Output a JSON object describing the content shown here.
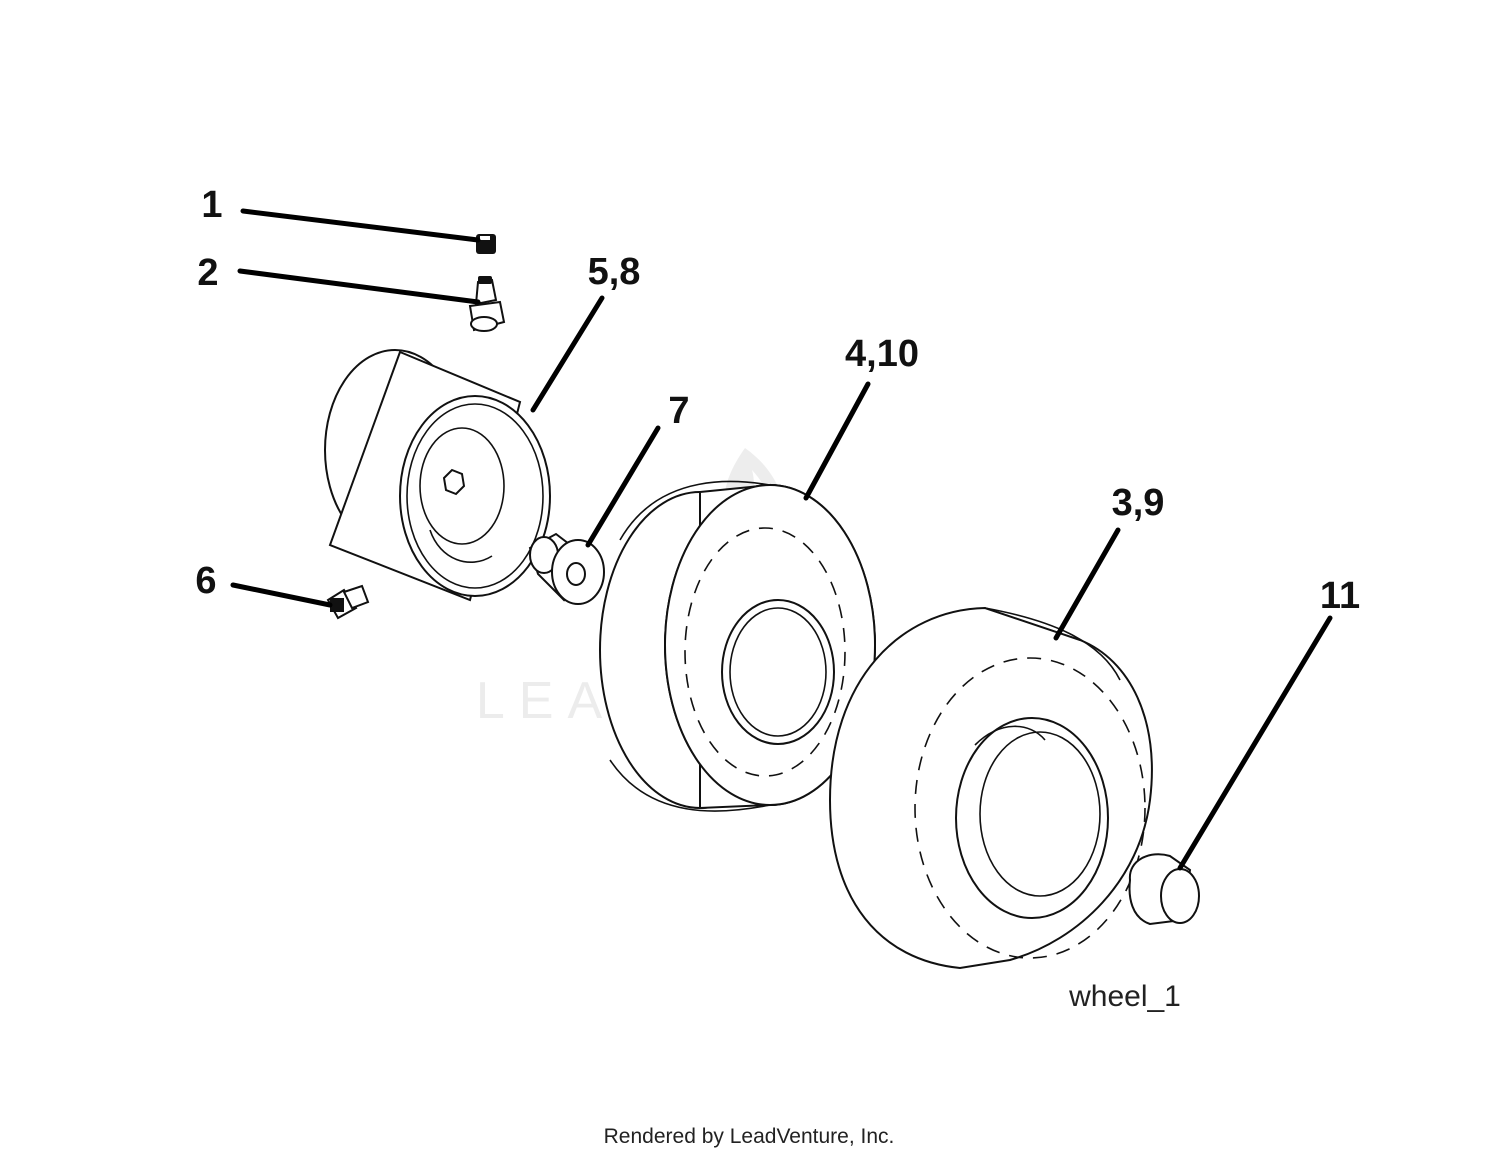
{
  "diagram": {
    "callouts": [
      "1",
      "2",
      "5,8",
      "4,10",
      "7",
      "3,9",
      "6",
      "11"
    ],
    "figure_name": "wheel_1",
    "footer": "Rendered by LeadVenture, Inc.",
    "watermark": {
      "text": "LEADVENTURE",
      "logo": "leadventure-flame-v-logo"
    },
    "colors": {
      "ink": "#111111",
      "background": "#ffffff",
      "watermark": "#ececec"
    }
  }
}
